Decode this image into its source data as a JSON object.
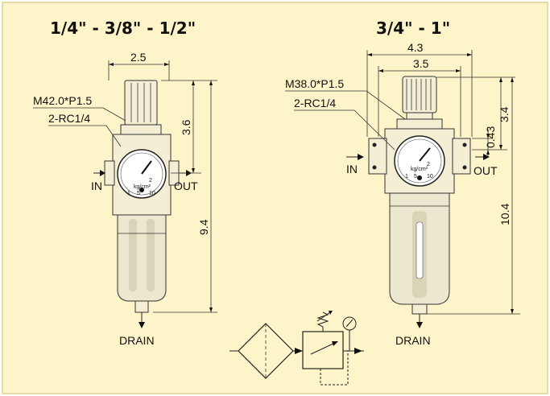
{
  "colors": {
    "background": "#fdf4c9",
    "border": "#e6dca8",
    "body_fill": "#f3eed4",
    "bowl_fill": "#ece7cf",
    "line": "#222222"
  },
  "left_unit": {
    "title": "1/4\" - 3/8\" - 1/2\"",
    "width_dim": "2.5",
    "thread_label": "M42.0*P1.5",
    "port_label": "2-RC1/4",
    "upper_height_dim": "3.6",
    "total_height_dim": "9.4",
    "in_label": "IN",
    "out_label": "OUT",
    "drain_label": "DRAIN",
    "gauge_unit": "kg/cm²",
    "gauge_scale": [
      "1",
      "2",
      "5",
      "10"
    ]
  },
  "right_unit": {
    "title": "3/4\" - 1\"",
    "outer_width_dim": "4.3",
    "inner_width_dim": "3.5",
    "thread_label": "M38.0*P1.5",
    "port_label": "2-RC1/4",
    "upper_height_dim": "3.4",
    "port_offset_dim": "0.43",
    "total_height_dim": "10.4",
    "in_label": "IN",
    "out_label": "OUT",
    "drain_label": "DRAIN",
    "gauge_unit": "kg/cm²",
    "gauge_scale": [
      "1",
      "2",
      "5",
      "10"
    ]
  },
  "symbol": {
    "name": "filter-regulator-symbol"
  }
}
